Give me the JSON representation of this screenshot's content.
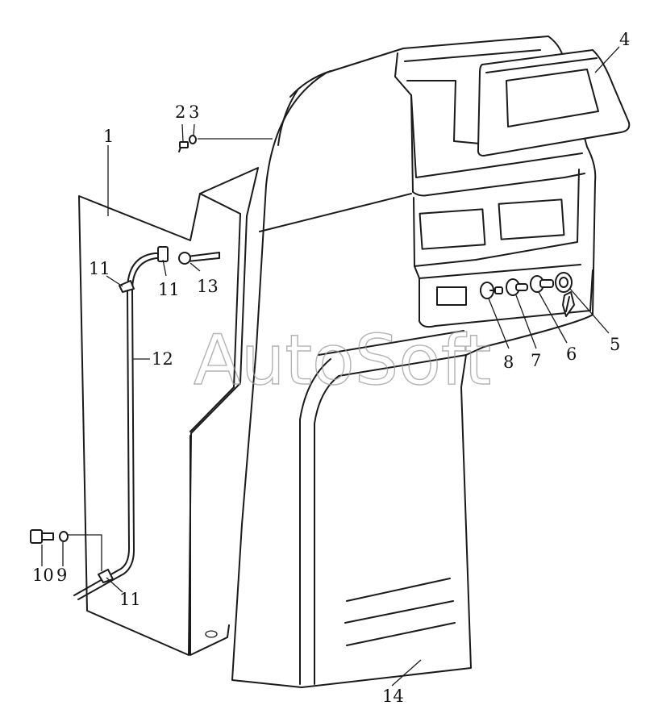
{
  "watermark": "AutoSoft",
  "callouts": {
    "c1": "1",
    "c2": "2",
    "c3": "3",
    "c4": "4",
    "c5": "5",
    "c6": "6",
    "c7": "7",
    "c8": "8",
    "c9": "9",
    "c10": "10",
    "c11a": "11",
    "c11b": "11",
    "c11c": "11",
    "c12": "12",
    "c13": "13",
    "c14": "14"
  },
  "colors": {
    "line": "#1a1a1a",
    "watermark": "#9a9a9a",
    "background": "#ffffff"
  }
}
